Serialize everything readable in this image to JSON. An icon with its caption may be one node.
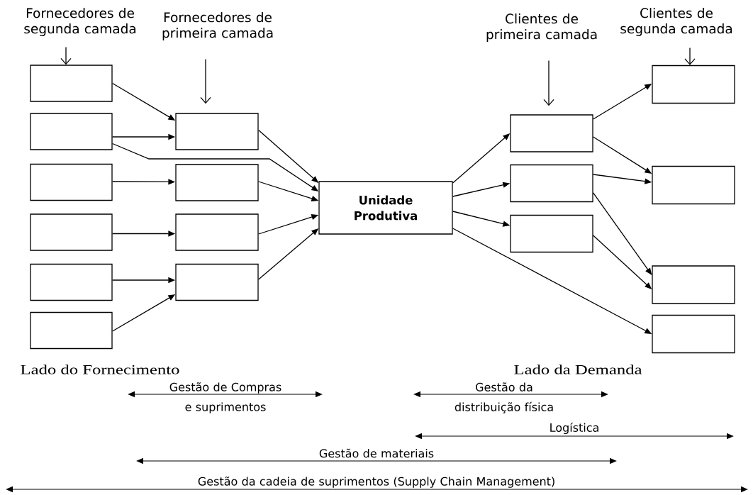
{
  "diagram": {
    "nodes": [
      {
        "text": [],
        "shape": "box"
      },
      {
        "text": [],
        "shape": "box"
      },
      {
        "text": [],
        "shape": "box"
      },
      {
        "text": [],
        "shape": "box"
      },
      {
        "text": [],
        "shape": "box"
      },
      {
        "text": [],
        "shape": "box"
      },
      {
        "text": [],
        "shape": "box"
      },
      {
        "text": [],
        "shape": "box"
      },
      {
        "text": [],
        "shape": "box"
      },
      {
        "text": [],
        "shape": "box"
      },
      {
        "text": [
          "Unidade Produtiva"
        ]
      },
      {
        "text": [],
        "shape": "box"
      },
      {
        "text": [],
        "shape": "box"
      },
      {
        "text": [],
        "shape": "box"
      },
      {
        "text": [],
        "shape": "box"
      },
      {
        "text": [],
        "shape": "box"
      },
      {
        "text": [],
        "shape": "box"
      },
      {
        "text": [],
        "shape": "box"
      },
      {
        "text": [
          "Fornecedores de segunda camada"
        ]
      },
      {
        "text": [
          "Fornecedores de primeira camada"
        ]
      },
      {
        "text": [
          "Clientes de primeira camada"
        ]
      },
      {
        "text": [
          "Clientes de segunda camada"
        ]
      }
    ],
    "edges": [
      {
        "from": 0,
        "to": 6,
        "arrow": "to"
      },
      {
        "from": 1,
        "to": 6,
        "arrow": "to"
      },
      {
        "from": 1,
        "to": 10,
        "arrow": "to"
      },
      {
        "from": 2,
        "to": 7,
        "arrow": "to"
      },
      {
        "from": 3,
        "to": 8,
        "arrow": "to"
      },
      {
        "from": 4,
        "to": 9,
        "arrow": "to"
      },
      {
        "from": 5,
        "to": 9,
        "arrow": "to"
      },
      {
        "from": 6,
        "to": 10,
        "arrow": "to"
      },
      {
        "from": 7,
        "to": 10,
        "arrow": "to"
      },
      {
        "from": 8,
        "to": 10,
        "arrow": "to"
      },
      {
        "from": 9,
        "to": 10,
        "arrow": "to"
      },
      {
        "from": 10,
        "to": 11,
        "arrow": "to"
      },
      {
        "from": 10,
        "to": 12,
        "arrow": "to"
      },
      {
        "from": 10,
        "to": 13,
        "arrow": "to"
      },
      {
        "from": 10,
        "to": 17,
        "arrow": "to"
      },
      {
        "from": 11,
        "to": 14,
        "arrow": "to"
      },
      {
        "from": 11,
        "to": 15,
        "arrow": "to"
      },
      {
        "from": 12,
        "to": 15,
        "arrow": "to"
      },
      {
        "from": 12,
        "to": 16,
        "arrow": "to"
      },
      {
        "from": 13,
        "to": 16,
        "arrow": "to"
      },
      {
        "from": 18,
        "to": 0,
        "arrow": "to"
      },
      {
        "from": 19,
        "to": 6,
        "arrow": "to"
      },
      {
        "from": 20,
        "to": 11,
        "arrow": "to"
      },
      {
        "from": 21,
        "to": 14,
        "arrow": "to"
      }
    ],
    "labels": [
      "Lado do Fornecimento",
      "Lado da Demanda",
      "Gestão de Compras e suprimentos",
      "Gestão da distribuição física",
      "Logística",
      "Gestão de materiais",
      "Gestão da cadeia de suprimentos (Supply Chain Management)"
    ]
  }
}
